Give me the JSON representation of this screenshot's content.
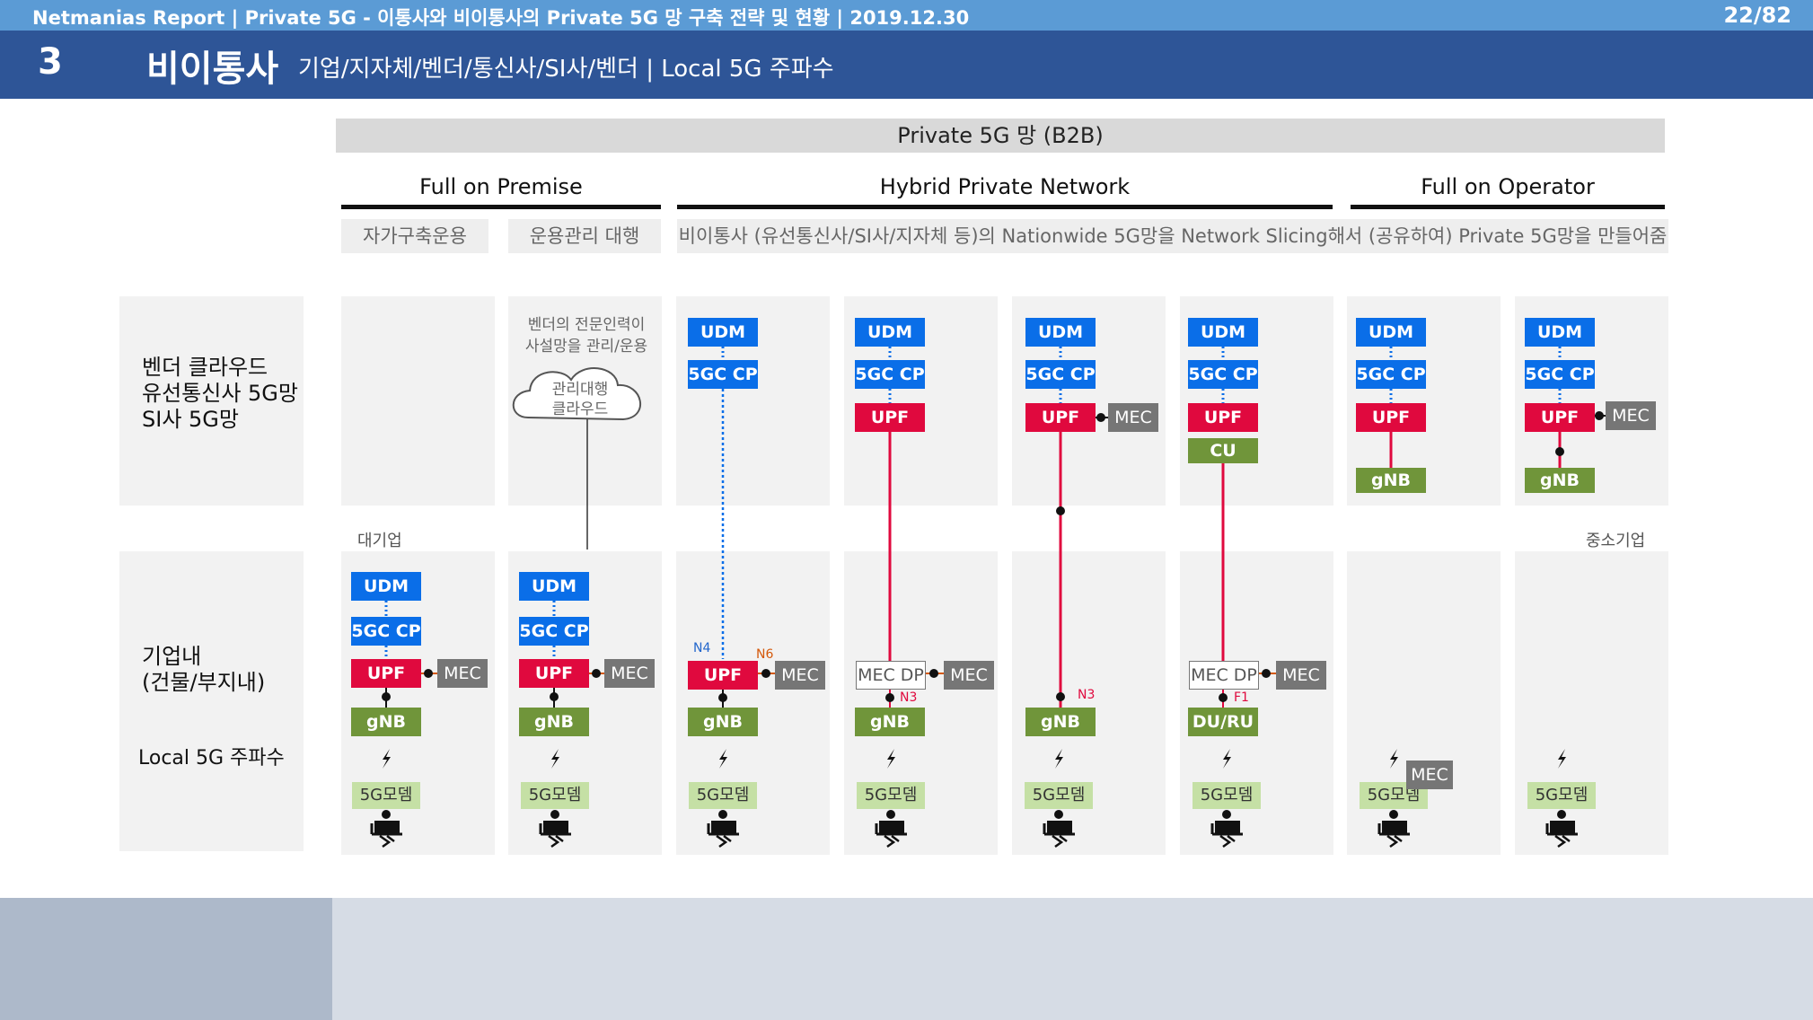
{
  "header": {
    "top_text": "Netmanias Report | Private 5G - 이통사와 비이통사의 Private 5G 망 구축 전략 및 현황  | 2019.12.30",
    "page": "22/82",
    "section_number": "3",
    "section_title": "비이통사",
    "section_sub": "기업/지자체/벤더/통신사/SI사/벤더  |  Local 5G 주파수"
  },
  "b2b_title": "Private 5G 망 (B2B)",
  "categories": {
    "premise": "Full on Premise",
    "hybrid": "Hybrid Private Network",
    "operator": "Full on Operator"
  },
  "notes": {
    "self": "자가구축운용",
    "managed": "운용관리 대행",
    "slicing": "비이통사 (유선통신사/SI사/지자체 등)의 Nationwide 5G망을 Network Slicing해서 (공유하여) Private 5G망을 만들어줌"
  },
  "row_labels": {
    "cloud": [
      "벤더 클라우드",
      "유선통신사 5G망",
      "SI사 5G망"
    ],
    "enterprise_title": "기업내",
    "enterprise_sub": "(건물/부지내)",
    "local": "Local 5G 주파수",
    "large": "대기업",
    "small": "중소기업"
  },
  "cloud_note": [
    "벤더의 전문인력이",
    "사설망을 관리/운용"
  ],
  "cloud_label": [
    "관리대행",
    "클라우드"
  ],
  "boxes": {
    "udm": "UDM",
    "cp": "5GC CP",
    "upf": "UPF",
    "mec": "MEC",
    "gnb": "gNB",
    "cu": "CU",
    "mecdp": "MEC DP",
    "duru": "DU/RU",
    "modem": "5G모뎀"
  },
  "interfaces": {
    "n4": "N4",
    "n6": "N6",
    "n3": "N3",
    "f1": "F1"
  },
  "colors": {
    "header_light": "#5b9bd5",
    "header_dark": "#2e5597",
    "udm_blue": "#0a6ee8",
    "upf_red": "#e0093e",
    "gnb_green": "#70953a",
    "mec_grey": "#767676",
    "modem_green": "#c5e0a5"
  },
  "icons": [
    "lightning-icon",
    "laptop-user-icon",
    "cloud-icon"
  ]
}
